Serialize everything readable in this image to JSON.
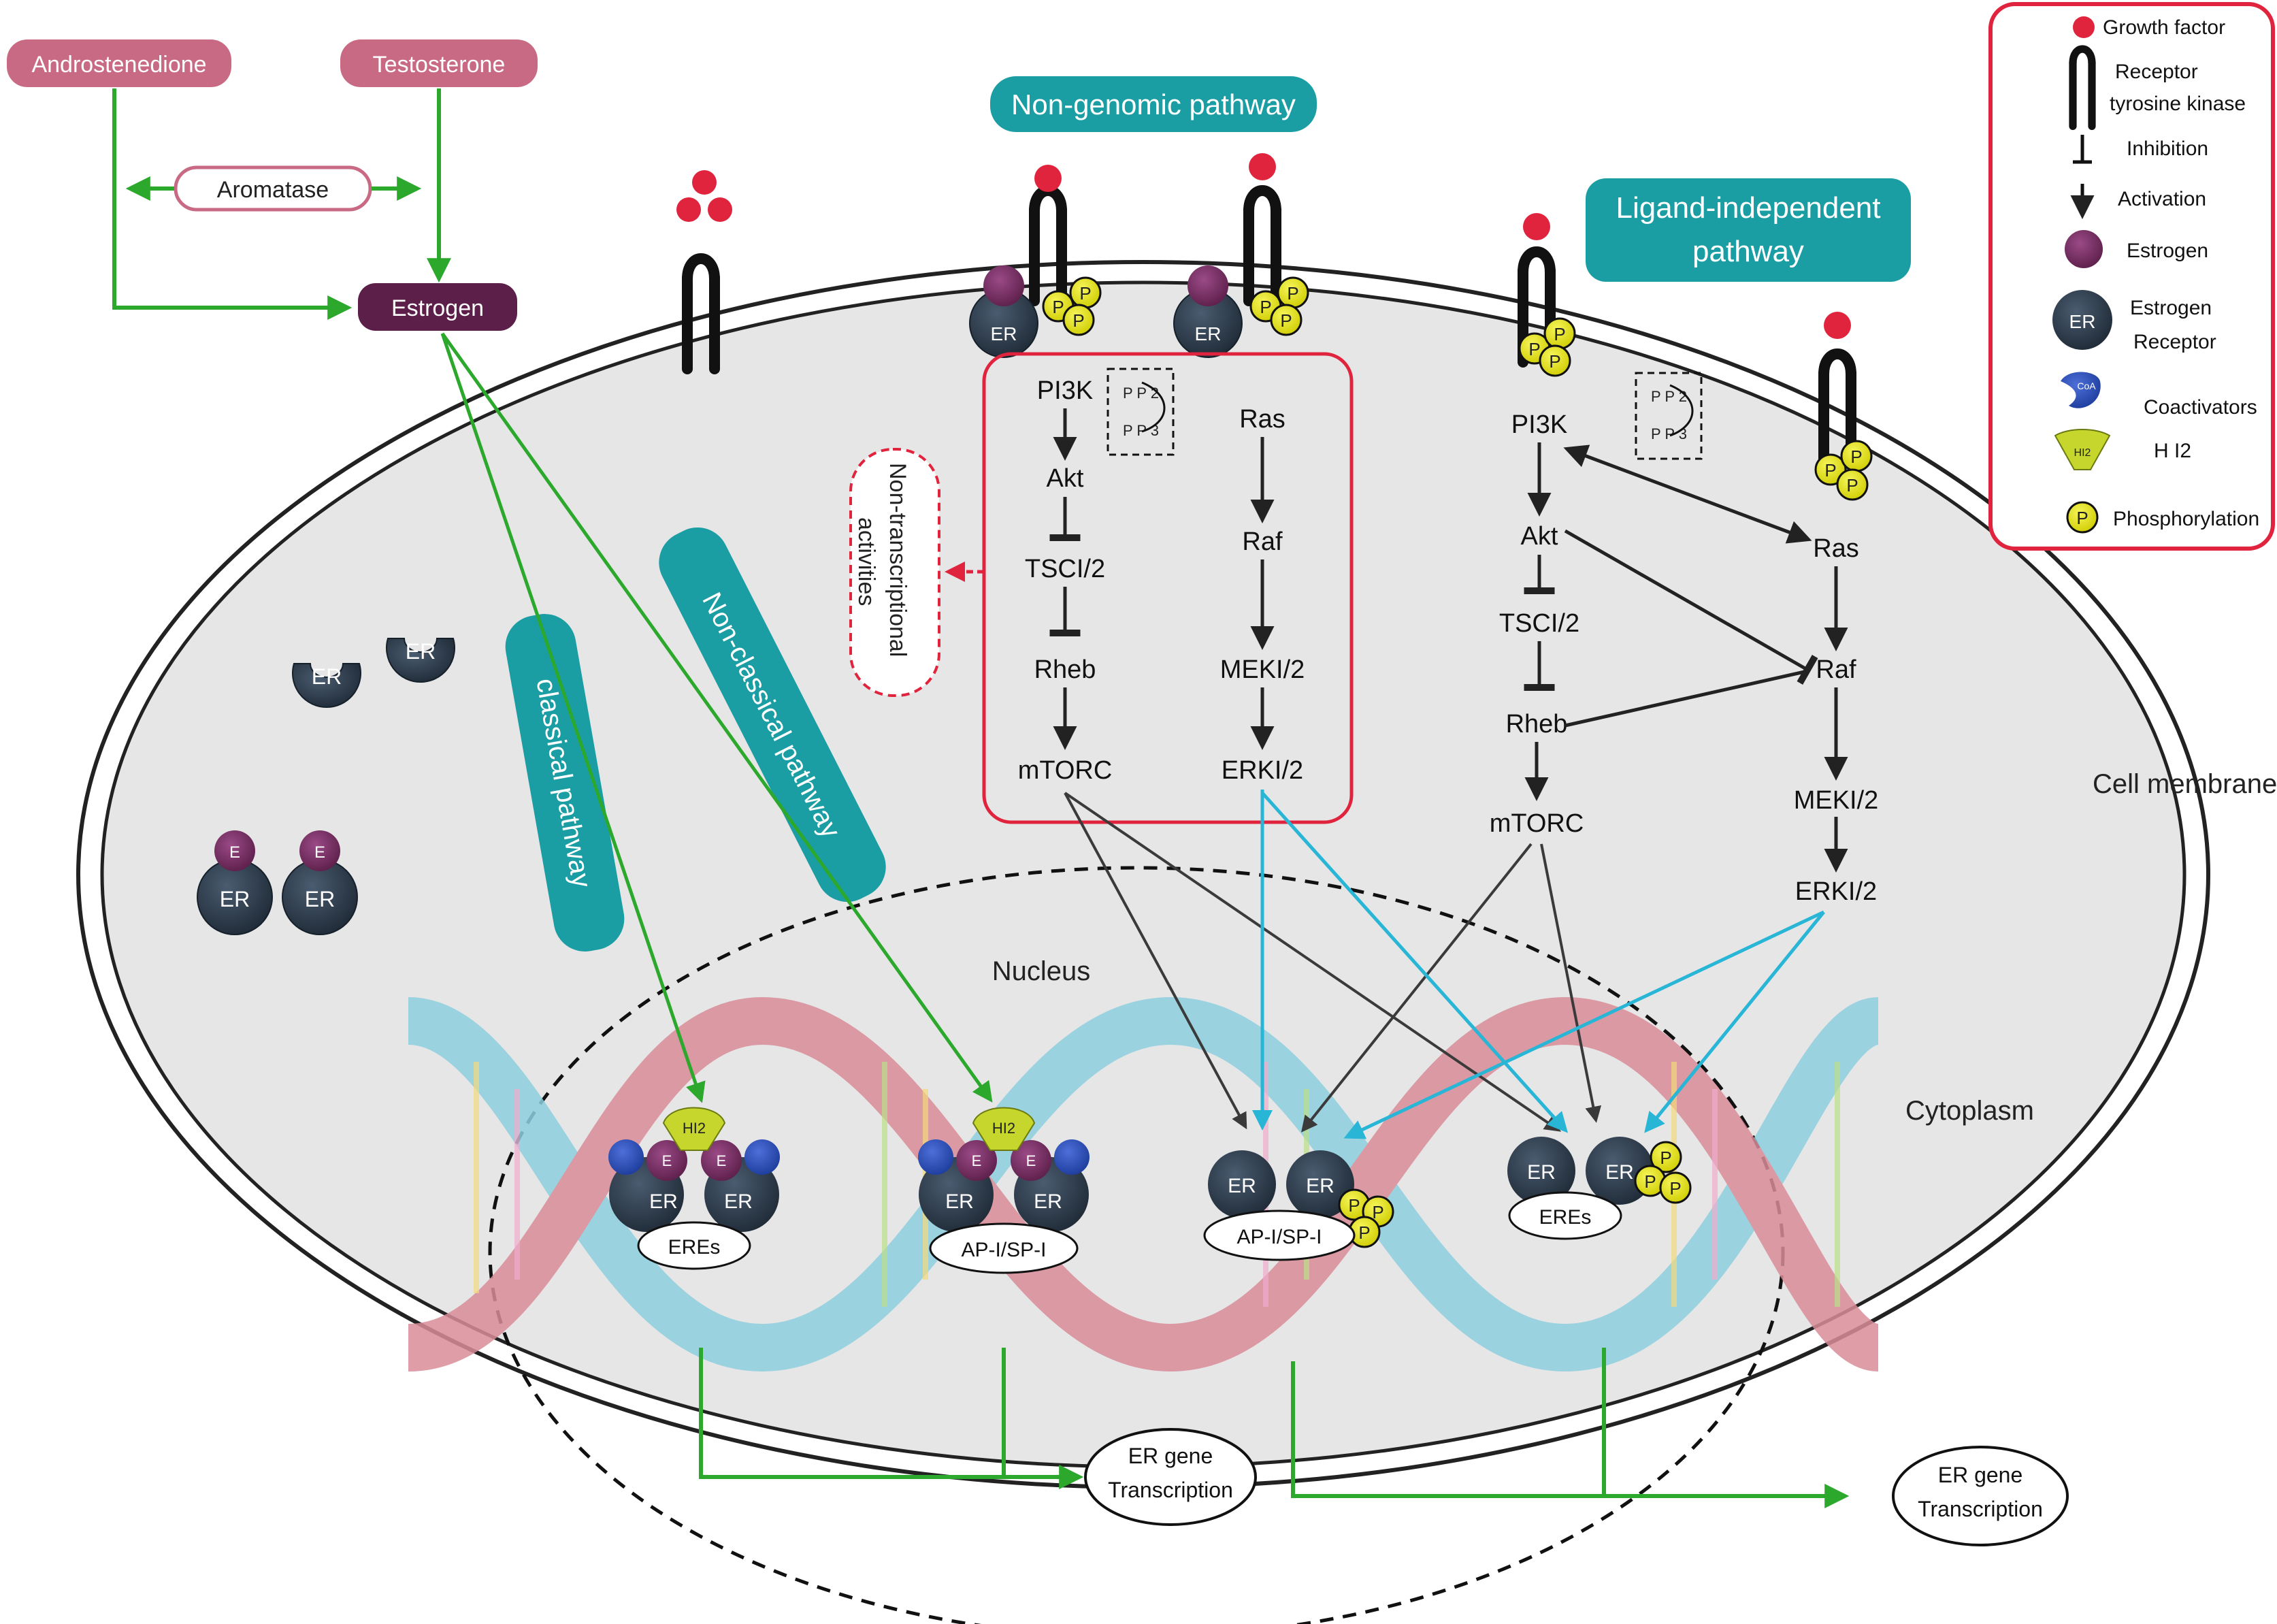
{
  "precursors": {
    "androstenedione": "Androstenedione",
    "testosterone": "Testosterone",
    "aromatase": "Aromatase",
    "estrogen": "Estrogen"
  },
  "pathways": {
    "non_genomic": "Non-genomic pathway",
    "ligand_independent_1": "Ligand-independent",
    "ligand_independent_2": "pathway",
    "classical": "classical pathway",
    "non_classical": "Non-classical pathway",
    "non_transcriptional_1": "Non-transcriptional",
    "non_transcriptional_2": "activities"
  },
  "cascade_left": {
    "pi3k": "PI3K",
    "akt": "Akt",
    "tsc": "TSCI/2",
    "rheb": "Rheb",
    "mtorc": "mTORC",
    "ras": "Ras",
    "raf": "Raf",
    "mek": "MEKI/2",
    "erk": "ERKI/2",
    "pp2": "P P 2",
    "pp3": "P P 3"
  },
  "cascade_right": {
    "pi3k": "PI3K",
    "akt": "Akt",
    "tsc": "TSCI/2",
    "rheb": "Rheb",
    "mtorc": "mTORC",
    "ras": "Ras",
    "raf": "Raf",
    "mek": "MEKI/2",
    "erk": "ERKI/2",
    "pp2": "P P 2",
    "pp3": "P P 3"
  },
  "molecules": {
    "er": "ER",
    "e": "E",
    "p": "P",
    "h12": "HI2",
    "coa": "CoA"
  },
  "regions": {
    "nucleus": "Nucleus",
    "cell_membrane": "Cell membrane",
    "cytoplasm": "Cytoplasm"
  },
  "dna_elements": {
    "eres_1": "EREs",
    "ap1_1": "AP-I/SP-I",
    "ap1_2": "AP-I/SP-I",
    "eres_2": "EREs"
  },
  "transcription": {
    "t1_line1": "ER gene",
    "t1_line2": "Transcription",
    "t2_line1": "ER gene",
    "t2_line2": "Transcription"
  },
  "legend": {
    "growth_factor": "Growth factor",
    "receptor_1": "Receptor",
    "receptor_2": "tyrosine kinase",
    "inhibition": "Inhibition",
    "activation": "Activation",
    "estrogen": "Estrogen",
    "er_1": "Estrogen",
    "er_2": "Receptor",
    "coactivators": "Coactivators",
    "h12": "H I2",
    "phosphorylation": "Phosphorylation"
  },
  "colors": {
    "precursor_pink": "#c96a85",
    "estrogen_purple": "#5c1f4a",
    "teal": "#1b9ea3",
    "green": "#2ca82c",
    "cyan": "#29b6d6",
    "red": "#e0243d",
    "cell_fill": "#e6e6e6",
    "er_dark": "#2e3c4c",
    "p_yellow": "#e4e000",
    "h12_yellow": "#c6d62c"
  }
}
